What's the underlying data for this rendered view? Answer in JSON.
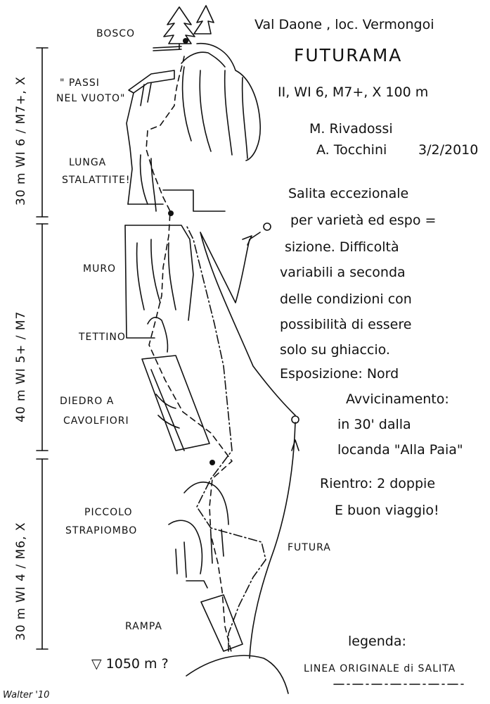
{
  "header": {
    "location": "Val Daone , loc. Vermongoi",
    "route_name": "FUTURAMA",
    "grade": "II, WI 6, M7+, X  100 m",
    "author1": "M. Rivadossi",
    "author2": "A. Tocchini",
    "date": "3/2/2010"
  },
  "description": [
    "Salita eccezionale",
    "per varietà ed espo =",
    "sizione. Difficoltà",
    "variabili a seconda",
    "delle condizioni con",
    "possibilità di essere",
    "solo su ghiaccio.",
    "Esposizione: Nord",
    "Avvicinamento:",
    "in 30' dalla",
    "locanda \"Alla Paia\"",
    "Rientro: 2 doppie",
    "E buon viaggio!"
  ],
  "features": {
    "bosco": "BOSCO",
    "passi_1": "\" PASSI",
    "passi_2": "NEL VUOTO\"",
    "lunga_1": "LUNGA",
    "lunga_2": "STALATTITE!",
    "muro": "MURO",
    "tettino": "TETTINO",
    "diedro_1": "DIEDRO A",
    "diedro_2": "CAVOLFIORI",
    "piccolo_1": "PICCOLO",
    "piccolo_2": "STRAPIOMBO",
    "futura": "FUTURA",
    "rampa": "RAMPA",
    "altitude": "▽ 1050 m ?"
  },
  "pitches": {
    "p1": "30 m  WI 6 / M7+, X",
    "p2": "40 m  WI 5+ / M7",
    "p3": "30 m  WI 4 / M6, X"
  },
  "legend": {
    "title": "legenda:",
    "line_label": "LINEA ORIGINALE di SALITA"
  },
  "signature": "Walter '10"
}
